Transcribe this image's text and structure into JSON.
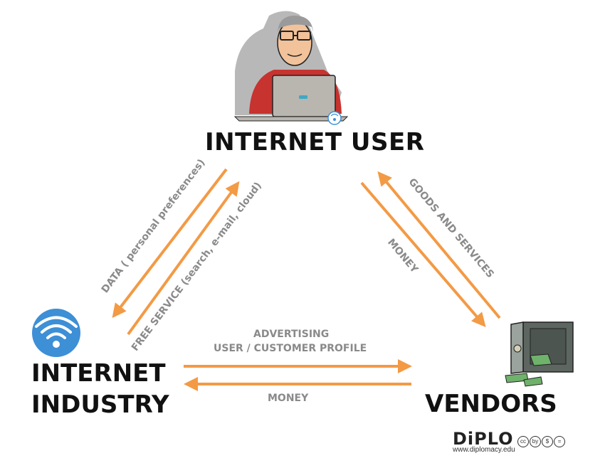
{
  "nodes": {
    "user": "INTERNET USER",
    "industry_line1": "INTERNET",
    "industry_line2": "INDUSTRY",
    "vendors": "VENDORS"
  },
  "edges": {
    "data": "DATA ( personal preferences)",
    "free_service": "FREE SERVICE (search, e-mail, cloud)",
    "goods": "GOODS AND SERVICES",
    "money_right": "MONEY",
    "advertising": "ADVERTISING",
    "profile": "USER / CUSTOMER PROFILE",
    "money_bottom": "MONEY"
  },
  "logo": {
    "word": "DiPLO",
    "url": "www.diplomacy.edu",
    "license_marks": [
      "cc",
      "by",
      "$",
      "="
    ]
  },
  "colors": {
    "arrow": "#f39a45",
    "wifi": "#3d8fd6",
    "edge_text": "#8a8a8a"
  }
}
